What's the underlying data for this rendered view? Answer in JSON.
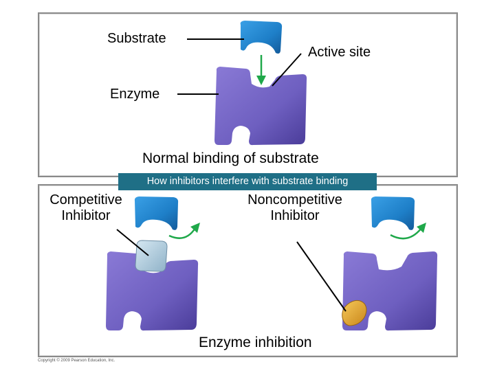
{
  "top": {
    "substrate_label": "Substrate",
    "active_site_label": "Active site",
    "enzyme_label": "Enzyme",
    "caption": "Normal binding of substrate"
  },
  "banner": "How inhibitors interfere with substrate binding",
  "bottom": {
    "competitive_line1": "Competitive",
    "competitive_line2": "Inhibitor",
    "noncompetitive_line1": "Noncompetitive",
    "noncompetitive_line2": "Inhibitor",
    "caption": "Enzyme inhibition"
  },
  "copyright": "Copyright © 2009 Pearson Education, Inc.",
  "colors": {
    "enzyme": "#6e5fc0",
    "substrate": "#1e7fc8",
    "competitive_inhibitor": "#a9c6d8",
    "noncompetitive_inhibitor": "#e8a629",
    "arrow": "#1fa84a",
    "banner": "#1f6f86"
  }
}
